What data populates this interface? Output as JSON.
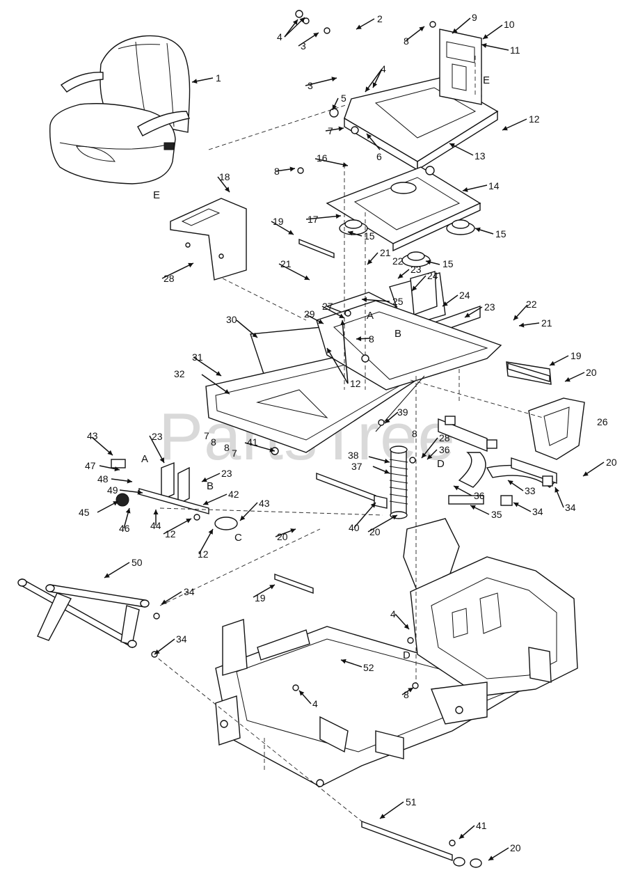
{
  "watermark": "PartsTree",
  "callouts": [
    {
      "id": "c1",
      "label": "1"
    },
    {
      "id": "c2",
      "label": "2"
    },
    {
      "id": "c3a",
      "label": "3"
    },
    {
      "id": "c3b",
      "label": "3"
    },
    {
      "id": "c4a",
      "label": "4"
    },
    {
      "id": "c4b",
      "label": "4"
    },
    {
      "id": "c4c",
      "label": "4"
    },
    {
      "id": "c4d",
      "label": "4"
    },
    {
      "id": "c5",
      "label": "5"
    },
    {
      "id": "c6",
      "label": "6"
    },
    {
      "id": "c7a",
      "label": "7"
    },
    {
      "id": "c7b",
      "label": "7"
    },
    {
      "id": "c7c",
      "label": "7"
    },
    {
      "id": "c8a",
      "label": "8"
    },
    {
      "id": "c8b",
      "label": "8"
    },
    {
      "id": "c8c",
      "label": "8"
    },
    {
      "id": "c8d",
      "label": "8"
    },
    {
      "id": "c8e",
      "label": "8"
    },
    {
      "id": "c8f",
      "label": "8"
    },
    {
      "id": "c8g",
      "label": "8"
    },
    {
      "id": "c9",
      "label": "9"
    },
    {
      "id": "c10",
      "label": "10"
    },
    {
      "id": "c11",
      "label": "11"
    },
    {
      "id": "c12a",
      "label": "12"
    },
    {
      "id": "c12b",
      "label": "12"
    },
    {
      "id": "c12c",
      "label": "12"
    },
    {
      "id": "c12d",
      "label": "12"
    },
    {
      "id": "c13",
      "label": "13"
    },
    {
      "id": "c14",
      "label": "14"
    },
    {
      "id": "c15a",
      "label": "15"
    },
    {
      "id": "c15b",
      "label": "15"
    },
    {
      "id": "c15c",
      "label": "15"
    },
    {
      "id": "c16",
      "label": "16"
    },
    {
      "id": "c17",
      "label": "17"
    },
    {
      "id": "c18",
      "label": "18"
    },
    {
      "id": "c19a",
      "label": "19"
    },
    {
      "id": "c19b",
      "label": "19"
    },
    {
      "id": "c19c",
      "label": "19"
    },
    {
      "id": "c20a",
      "label": "20"
    },
    {
      "id": "c20b",
      "label": "20"
    },
    {
      "id": "c20c",
      "label": "20"
    },
    {
      "id": "c20d",
      "label": "20"
    },
    {
      "id": "c20e",
      "label": "20"
    },
    {
      "id": "c21a",
      "label": "21"
    },
    {
      "id": "c21b",
      "label": "21"
    },
    {
      "id": "c21c",
      "label": "21"
    },
    {
      "id": "c22a",
      "label": "22"
    },
    {
      "id": "c22b",
      "label": "22"
    },
    {
      "id": "c23a",
      "label": "23"
    },
    {
      "id": "c23b",
      "label": "23"
    },
    {
      "id": "c23c",
      "label": "23"
    },
    {
      "id": "c23d",
      "label": "23"
    },
    {
      "id": "c24a",
      "label": "24"
    },
    {
      "id": "c24b",
      "label": "24"
    },
    {
      "id": "c25",
      "label": "25"
    },
    {
      "id": "c26",
      "label": "26"
    },
    {
      "id": "c27",
      "label": "27"
    },
    {
      "id": "c28a",
      "label": "28"
    },
    {
      "id": "c28b",
      "label": "28"
    },
    {
      "id": "c29",
      "label": "29"
    },
    {
      "id": "c30",
      "label": "30"
    },
    {
      "id": "c31",
      "label": "31"
    },
    {
      "id": "c32",
      "label": "32"
    },
    {
      "id": "c33",
      "label": "33"
    },
    {
      "id": "c34a",
      "label": "34"
    },
    {
      "id": "c34b",
      "label": "34"
    },
    {
      "id": "c34c",
      "label": "34"
    },
    {
      "id": "c34d",
      "label": "34"
    },
    {
      "id": "c35",
      "label": "35"
    },
    {
      "id": "c36a",
      "label": "36"
    },
    {
      "id": "c36b",
      "label": "36"
    },
    {
      "id": "c37",
      "label": "37"
    },
    {
      "id": "c38",
      "label": "38"
    },
    {
      "id": "c39",
      "label": "39"
    },
    {
      "id": "c40",
      "label": "40"
    },
    {
      "id": "c41a",
      "label": "41"
    },
    {
      "id": "c41b",
      "label": "41"
    },
    {
      "id": "c42",
      "label": "42"
    },
    {
      "id": "c43a",
      "label": "43"
    },
    {
      "id": "c43b",
      "label": "43"
    },
    {
      "id": "c44",
      "label": "44"
    },
    {
      "id": "c45",
      "label": "45"
    },
    {
      "id": "c46",
      "label": "46"
    },
    {
      "id": "c47",
      "label": "47"
    },
    {
      "id": "c48",
      "label": "48"
    },
    {
      "id": "c49",
      "label": "49"
    },
    {
      "id": "c50",
      "label": "50"
    },
    {
      "id": "c51",
      "label": "51"
    },
    {
      "id": "c52",
      "label": "52"
    }
  ],
  "letters": [
    {
      "id": "la1",
      "label": "A"
    },
    {
      "id": "la2",
      "label": "A"
    },
    {
      "id": "lb1",
      "label": "B"
    },
    {
      "id": "lb2",
      "label": "B"
    },
    {
      "id": "lc1",
      "label": "C"
    },
    {
      "id": "ld1",
      "label": "D"
    },
    {
      "id": "ld2",
      "label": "D"
    },
    {
      "id": "le1",
      "label": "E"
    },
    {
      "id": "le2",
      "label": "E"
    }
  ]
}
